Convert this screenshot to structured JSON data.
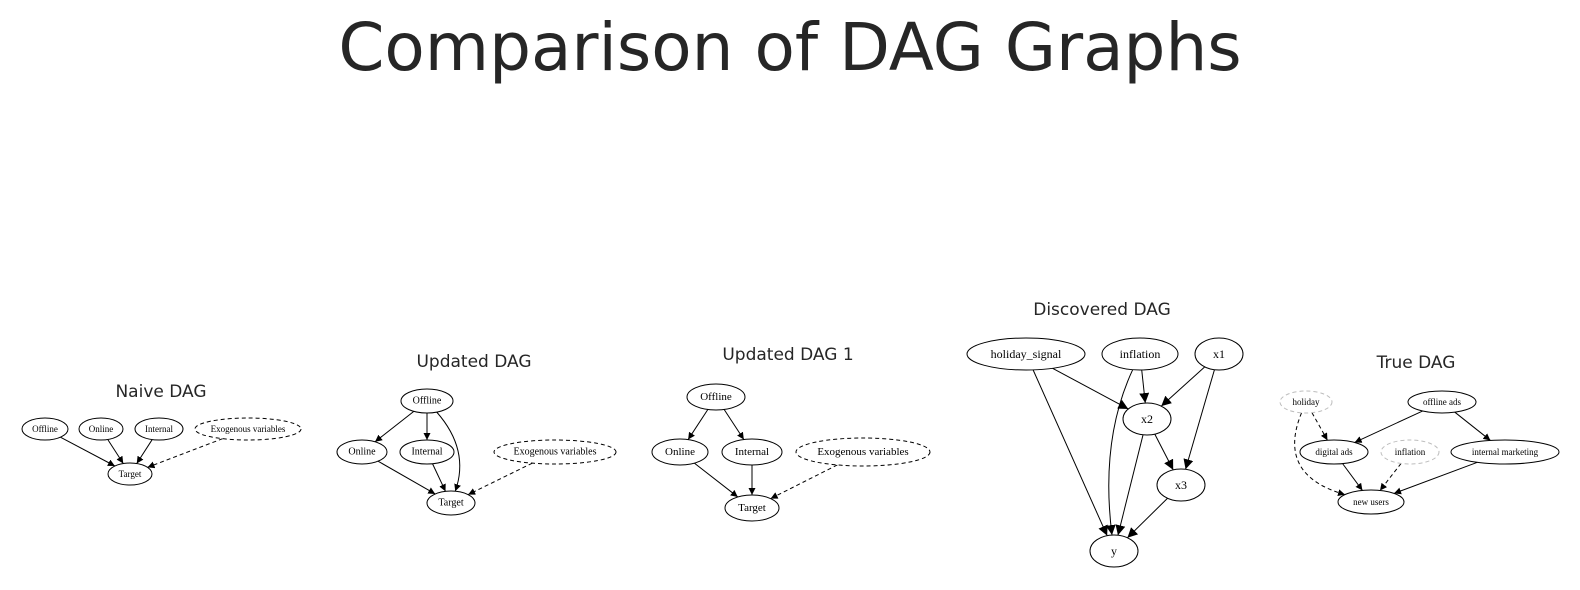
{
  "page_title": "Comparison of DAG Graphs",
  "panels": [
    {
      "title": "Naive DAG",
      "nodes": [
        "Offline",
        "Online",
        "Internal",
        "Exogenous variables",
        "Target"
      ],
      "edges": [
        [
          "Offline",
          "Target"
        ],
        [
          "Online",
          "Target"
        ],
        [
          "Internal",
          "Target"
        ],
        [
          "Exogenous variables",
          "Target",
          "dashed"
        ]
      ]
    },
    {
      "title": "Updated DAG",
      "nodes": [
        "Offline",
        "Online",
        "Internal",
        "Exogenous variables",
        "Target"
      ],
      "edges": [
        [
          "Offline",
          "Online"
        ],
        [
          "Offline",
          "Internal"
        ],
        [
          "Offline",
          "Target"
        ],
        [
          "Online",
          "Target"
        ],
        [
          "Internal",
          "Target"
        ],
        [
          "Exogenous variables",
          "Target",
          "dashed"
        ]
      ]
    },
    {
      "title": "Updated DAG 1",
      "nodes": [
        "Offline",
        "Online",
        "Internal",
        "Exogenous variables",
        "Target"
      ],
      "edges": [
        [
          "Offline",
          "Online"
        ],
        [
          "Offline",
          "Internal"
        ],
        [
          "Online",
          "Target"
        ],
        [
          "Internal",
          "Target"
        ],
        [
          "Exogenous variables",
          "Target",
          "dashed"
        ]
      ]
    },
    {
      "title": "Discovered DAG",
      "nodes": [
        "holiday_signal",
        "inflation",
        "x1",
        "x2",
        "x3",
        "y"
      ],
      "edges": [
        [
          "holiday_signal",
          "x2"
        ],
        [
          "holiday_signal",
          "y"
        ],
        [
          "inflation",
          "x2"
        ],
        [
          "inflation",
          "y"
        ],
        [
          "x1",
          "x2"
        ],
        [
          "x1",
          "x3"
        ],
        [
          "x2",
          "x3"
        ],
        [
          "x2",
          "y"
        ],
        [
          "x3",
          "y"
        ]
      ]
    },
    {
      "title": "True DAG",
      "nodes": [
        "holiday",
        "offline ads",
        "digital ads",
        "inflation",
        "internal marketing",
        "new users"
      ],
      "edges": [
        [
          "holiday",
          "digital ads",
          "dashed"
        ],
        [
          "holiday",
          "new users",
          "dashed"
        ],
        [
          "offline ads",
          "digital ads"
        ],
        [
          "offline ads",
          "internal marketing"
        ],
        [
          "digital ads",
          "new users"
        ],
        [
          "inflation",
          "new users",
          "dashed"
        ],
        [
          "internal marketing",
          "new users"
        ]
      ]
    }
  ]
}
